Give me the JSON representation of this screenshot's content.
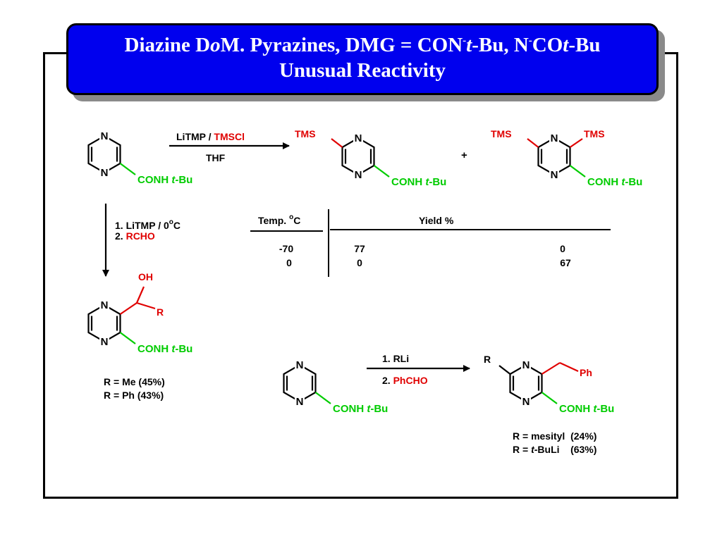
{
  "title": {
    "line1": {
      "p1": "Diazine D",
      "p2": "o",
      "p3": "M. Pyrazines, DMG = CON",
      "sup1": "-",
      "p4": "t",
      "p5": "-Bu, N",
      "sup2": "-",
      "p6": "CO",
      "p7": "t",
      "p8": "-Bu"
    },
    "line2": "Unusual Reactivity"
  },
  "colors": {
    "title_bg": "#0000ee",
    "reagent_red": "#e00000",
    "amide_green": "#00cc00",
    "text_black": "#000000"
  },
  "atoms": {
    "n": "N",
    "tms": "TMS",
    "oh": "OH",
    "r": "R",
    "ph": "Ph",
    "conh": "CONH",
    "t": "t",
    "bu": "-Bu"
  },
  "reaction1": {
    "reagent_a": "LiTMP /",
    "reagent_b": "TMSCl",
    "solvent": "THF",
    "plus": "+"
  },
  "reaction2": {
    "step1_a": "1. LiTMP / 0",
    "step1_deg": "o",
    "step1_c": "C",
    "step2_a": "2.",
    "step2_b": "RCHO",
    "yields": [
      "R = Me (45%)",
      "R = Ph (43%)"
    ]
  },
  "yield_table": {
    "header_temp": "Temp.",
    "header_deg": "o",
    "header_c": "C",
    "header_yield": "Yield %",
    "rows": [
      {
        "temp": "-70",
        "y1": "77",
        "y2": "0"
      },
      {
        "temp": "0",
        "y1": "0",
        "y2": "67"
      }
    ]
  },
  "reaction3": {
    "step1": "1. RLi",
    "step2_a": "2.",
    "step2_b": "PhCHO",
    "yield1": "R = mesityl  (24%)",
    "yield2_a": "R =",
    "yield2_t": "t",
    "yield2_b": "-BuLi    (63%)"
  }
}
